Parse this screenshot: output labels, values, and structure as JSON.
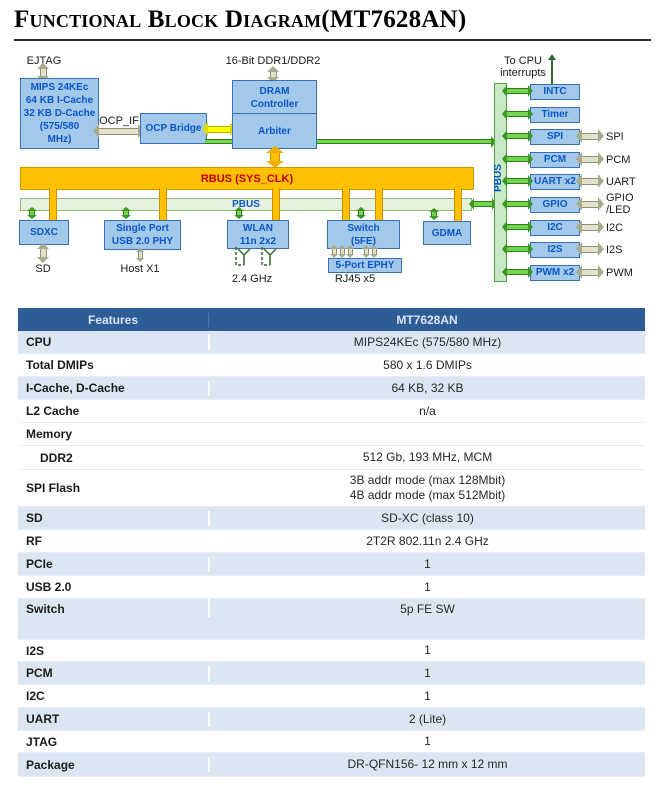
{
  "title": "Functional Block Diagram(MT7628AN)",
  "colors": {
    "box_blue_fill": "#A3C9EA",
    "box_text_blue": "#0a55c8",
    "rbus_orange": "#FFC000",
    "rbus_text_red": "#C00000",
    "pbus_green": "#C8E9C5",
    "table_header_blue": "#2E5C97",
    "table_stripe_blue": "#DCE6F2"
  },
  "diagram": {
    "ejtag": "EJTAG",
    "mips": "MIPS 24KEc\n64 KB I-Cache\n32 KB D-Cache\n(575/580\nMHz)",
    "ocp_if": "OCP_IF",
    "ocp_bridge": "OCP Bridge",
    "dram": "DRAM\nController",
    "arbiter": "Arbiter",
    "ddr": "16-Bit DDR1/DDR2",
    "rbus": "RBUS (SYS_CLK)",
    "pbus": "PBUS",
    "pbus_vertical": "PBUS",
    "to_cpu": "To CPU\ninterrupts",
    "sdxc": "SDXC",
    "usb": "Single Port\nUSB 2.0 PHY",
    "wlan": "WLAN\n11n 2x2",
    "switch": "Switch\n(5FE)",
    "gdma": "GDMA",
    "ephy": "5-Port EPHY",
    "sd": "SD",
    "host": "Host X1",
    "ghz": "2.4 GHz",
    "rj45": "RJ45 x5",
    "peripherals": [
      {
        "label": "INTC",
        "ext": ""
      },
      {
        "label": "Timer",
        "ext": ""
      },
      {
        "label": "SPI",
        "ext": "SPI"
      },
      {
        "label": "PCM",
        "ext": "PCM"
      },
      {
        "label": "UART x2",
        "ext": "UART"
      },
      {
        "label": "GPIO",
        "ext": "GPIO\n/LED"
      },
      {
        "label": "I2C",
        "ext": "I2C"
      },
      {
        "label": "I2S",
        "ext": "I2S"
      },
      {
        "label": "PWM x2",
        "ext": "PWM"
      }
    ]
  },
  "table": {
    "headers": [
      "Features",
      "MT7628AN"
    ],
    "rows": [
      {
        "feature": "CPU",
        "value": "MIPS24KEc (575/580 MHz)",
        "shaded": true
      },
      {
        "feature": "Total DMIPs",
        "value": "580 x 1.6 DMIPs",
        "shaded": false
      },
      {
        "feature": "I-Cache, D-Cache",
        "value": "64 KB, 32 KB",
        "shaded": true
      },
      {
        "feature": "L2 Cache",
        "value": "n/a",
        "shaded": false
      },
      {
        "feature": "Memory",
        "value": "",
        "shaded": false
      },
      {
        "feature": "DDR2",
        "value": "512 Gb, 193 MHz, MCM",
        "shaded": false
      },
      {
        "feature": "SPI Flash",
        "value": "3B addr mode (max 128Mbit)\n4B addr mode (max 512Mbit)",
        "shaded": false
      },
      {
        "feature": "SD",
        "value": "SD-XC (class 10)",
        "shaded": true
      },
      {
        "feature": "RF",
        "value": "2T2R 802.11n 2.4 GHz",
        "shaded": false
      },
      {
        "feature": "PCIe",
        "value": "1",
        "shaded": true
      },
      {
        "feature": "USB 2.0",
        "value": "1",
        "shaded": false
      },
      {
        "feature": "Switch",
        "value": "5p FE SW",
        "shaded": true
      },
      {
        "feature": "I2S",
        "value": "1",
        "shaded": false
      },
      {
        "feature": "PCM",
        "value": "1",
        "shaded": true
      },
      {
        "feature": "I2C",
        "value": "1",
        "shaded": false
      },
      {
        "feature": "UART",
        "value": "2 (Lite)",
        "shaded": true
      },
      {
        "feature": "JTAG",
        "value": "1",
        "shaded": false
      },
      {
        "feature": "Package",
        "value": "DR-QFN156- 12 mm x 12 mm",
        "shaded": true
      }
    ]
  }
}
